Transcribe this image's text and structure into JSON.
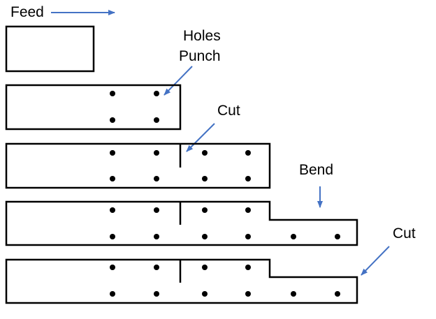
{
  "labels": {
    "feed": "Feed",
    "holes_line1": "Holes",
    "holes_line2": "Punch",
    "cut_1": "Cut",
    "bend": "Bend",
    "cut_2": "Cut"
  },
  "colors": {
    "arrow": "#4472C4",
    "outline": "#000000",
    "background": "#FFFFFF"
  },
  "stages": [
    {
      "name": "feed",
      "holes": 0,
      "cut": false,
      "bent": false
    },
    {
      "name": "holes-punch",
      "holes": 4,
      "cut": false,
      "bent": false
    },
    {
      "name": "cut",
      "holes": 8,
      "cut": true,
      "bent": false
    },
    {
      "name": "bend",
      "holes": 10,
      "cut": true,
      "bent": true
    },
    {
      "name": "cut",
      "holes": 10,
      "cut": true,
      "bent": true
    }
  ]
}
